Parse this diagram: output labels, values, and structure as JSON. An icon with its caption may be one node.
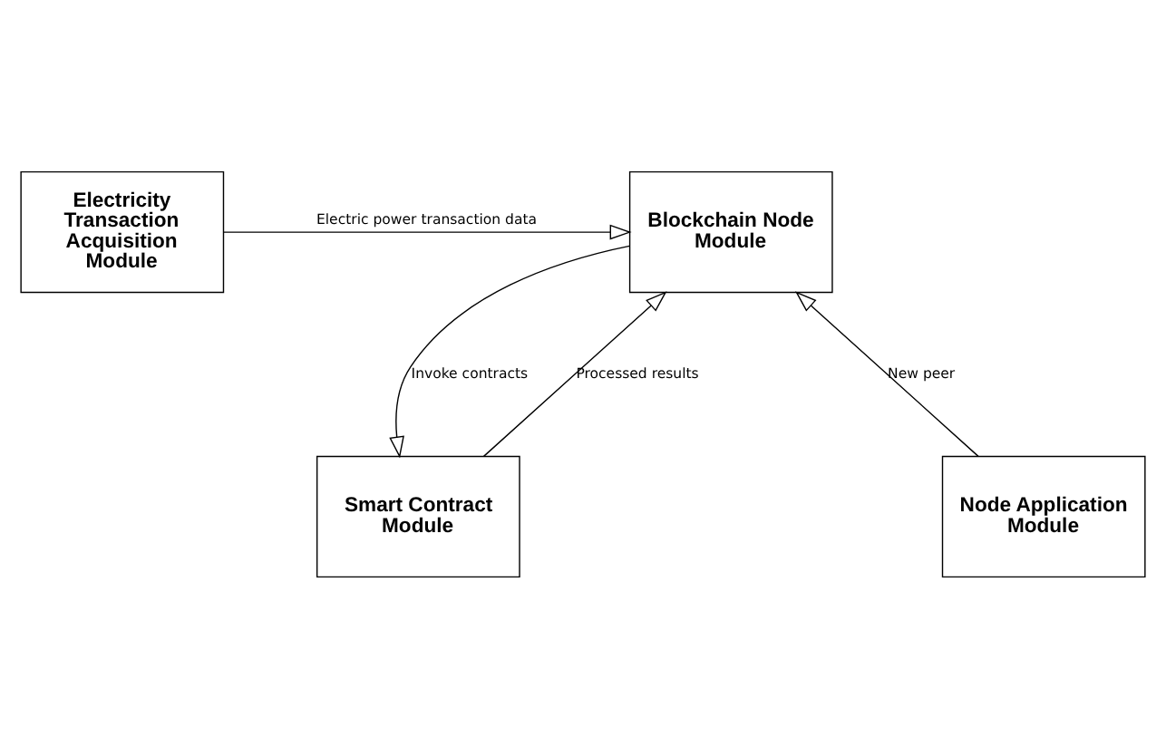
{
  "diagram": {
    "nodes": [
      {
        "text": [
          "Electricity Transaction Acquisition Module"
        ]
      },
      {
        "text": [
          "Blockchain Node Module"
        ]
      },
      {
        "text": [
          "Smart Contract Module"
        ]
      },
      {
        "text": [
          "Node Application Module"
        ]
      }
    ],
    "edges": [
      {
        "from": 0,
        "to": 1,
        "arrow": "to",
        "label": "Electric power transaction data"
      },
      {
        "from": 2,
        "to": 1,
        "arrow": "to",
        "label": "Processed results"
      },
      {
        "from": 1,
        "to": 2,
        "arrow": "to",
        "label": "Invoke contracts"
      },
      {
        "from": 3,
        "to": 1,
        "arrow": "to",
        "label": "New peer"
      }
    ]
  }
}
